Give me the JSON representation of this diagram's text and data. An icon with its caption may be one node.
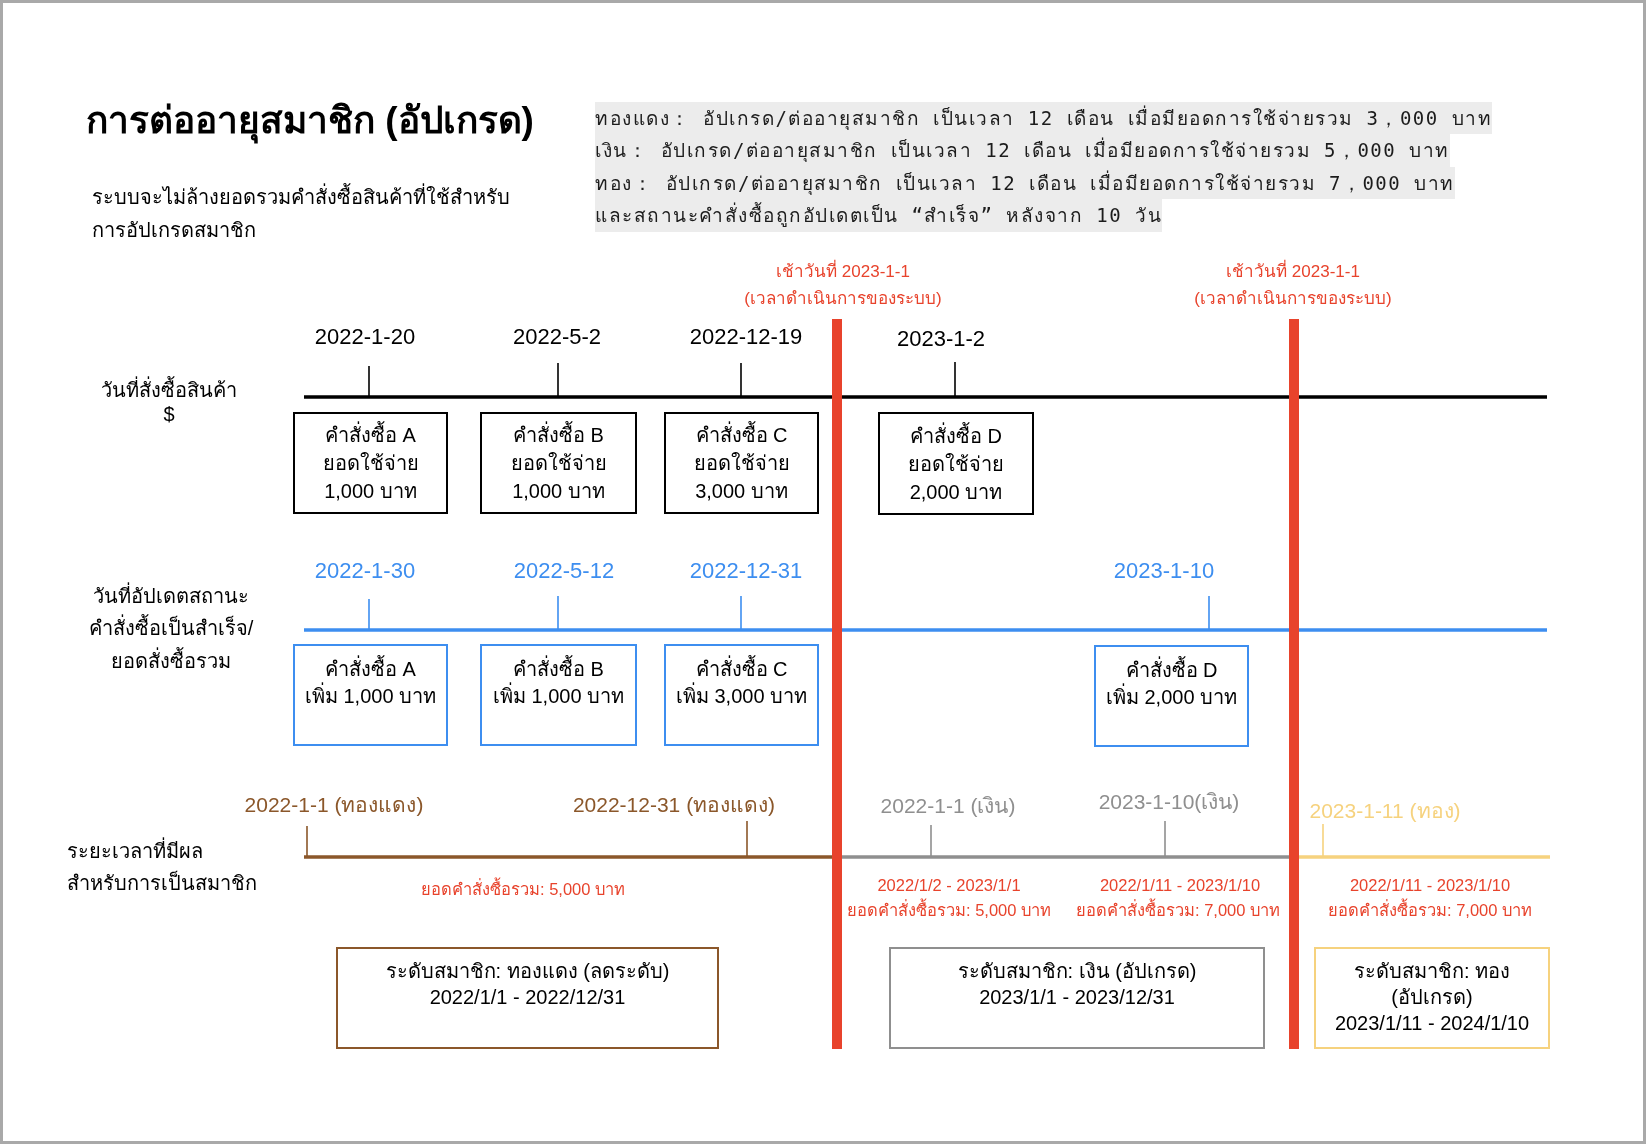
{
  "diagram": {
    "title": "การต่ออายุสมาชิก (อัปเกรด)",
    "nodes": [
      {
        "text": [
          "คำสั่งซื้อ A",
          "ยอดใช้จ่าย 1,000 บาท"
        ]
      },
      {
        "text": [
          "คำสั่งซื้อ B",
          "ยอดใช้จ่าย 1,000 บาท"
        ]
      },
      {
        "text": [
          "คำสั่งซื้อ C",
          "ยอดใช้จ่าย 3,000 บาท"
        ]
      },
      {
        "text": [
          "คำสั่งซื้อ D",
          "ยอดใช้จ่าย 2,000 บาท"
        ]
      },
      {
        "text": [
          "คำสั่งซื้อ A",
          "เพิ่ม 1,000 บาท"
        ]
      },
      {
        "text": [
          "คำสั่งซื้อ B",
          "เพิ่ม 1,000 บาท"
        ]
      },
      {
        "text": [
          "คำสั่งซื้อ C",
          "เพิ่ม 3,000 บาท"
        ]
      },
      {
        "text": [
          "คำสั่งซื้อ D",
          "เพิ่ม 2,000 บาท"
        ]
      },
      {
        "text": [
          "ระดับสมาชิก: ทองแดง (ลดระดับ)",
          "2022/1/1 - 2022/12/31"
        ]
      },
      {
        "text": [
          "ระดับสมาชิก: เงิน (อัปเกรด)",
          "2023/1/1 - 2023/12/31"
        ]
      },
      {
        "text": [
          "ระดับสมาชิก: ทอง (อัปเกรด)",
          "2023/1/11 - 2024/1/10"
        ]
      }
    ],
    "labels": [
      "ระบบจะไม่ล้างยอดรวมคำสั่งซื้อสินค้าที่ใช้สำหรับการอัปเกรดสมาชิก",
      "ทองแดง： อัปเกรด/ต่ออายุสมาชิก เป็นเวลา 12 เดือน เมื่อมียอดการใช้จ่ายรวม 3，000 บาท",
      "เงิน： อัปเกรด/ต่ออายุสมาชิก เป็นเวลา 12 เดือน เมื่อมียอดการใช้จ่ายรวม 5，000 บาท",
      "ทอง： อัปเกรด/ต่ออายุสมาชิก เป็นเวลา 12 เดือน เมื่อมียอดการใช้จ่ายรวม 7，000 บาท",
      "และสถานะคำสั่งซื้อถูกอัปเดตเป็น “สำเร็จ” หลังจาก 10 วัน",
      "เช้าวันที่ 2023-1-1",
      "(เวลาดำเนินการของระบบ)",
      "เช้าวันที่ 2023-1-1",
      "(เวลาดำเนินการของระบบ)",
      "2022-1-20",
      "2022-5-2",
      "2022-12-19",
      "2023-1-2",
      "วันที่สั่งซื้อสินค้า",
      "$",
      "2022-1-30",
      "2022-5-12",
      "2022-12-31",
      "2023-1-10",
      "วันที่อัปเดตสถานะคำสั่งซื้อเป็นสำเร็จ/ยอดสั่งซื้อรวม",
      "2022-1-1 (ทองแดง)",
      "2022-12-31 (ทองแดง)",
      "2022-1-1 (เงิน)",
      "2023-1-10(เงิน)",
      "2023-1-11 (ทอง)",
      "ระยะเวลาที่มีผลสำหรับการเป็นสมาชิก",
      "ยอดคำสั่งซื้อรวม: 5,000 บาท",
      "2022/1/2 - 2023/1/1",
      "ยอดคำสั่งซื้อรวม: 5,000 บาท",
      "2022/1/11 - 2023/1/10",
      "ยอดคำสั่งซื้อรวม: 7,000 บาท",
      "2022/1/11 - 2023/1/10",
      "ยอดคำสั่งซื้อรวม: 7,000 บาท"
    ]
  }
}
